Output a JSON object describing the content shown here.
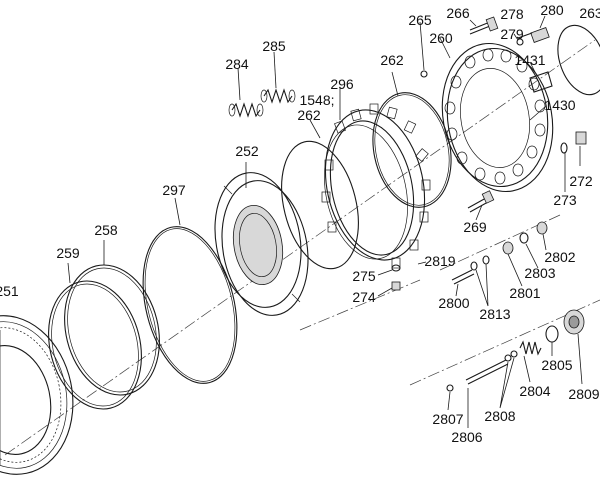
{
  "diagram": {
    "callouts": [
      {
        "id": "265",
        "text": "265"
      },
      {
        "id": "266",
        "text": "266"
      },
      {
        "id": "278",
        "text": "278"
      },
      {
        "id": "280",
        "text": "280"
      },
      {
        "id": "263",
        "text": "263"
      },
      {
        "id": "260",
        "text": "260"
      },
      {
        "id": "279",
        "text": "279"
      },
      {
        "id": "285",
        "text": "285"
      },
      {
        "id": "284",
        "text": "284"
      },
      {
        "id": "296",
        "text": "296"
      },
      {
        "id": "262a",
        "text": "262"
      },
      {
        "id": "1431",
        "text": "1431"
      },
      {
        "id": "1548",
        "text": "1548;"
      },
      {
        "id": "262b",
        "text": "262"
      },
      {
        "id": "1430",
        "text": "1430"
      },
      {
        "id": "252",
        "text": "252"
      },
      {
        "id": "272",
        "text": "272"
      },
      {
        "id": "297",
        "text": "297"
      },
      {
        "id": "273",
        "text": "273"
      },
      {
        "id": "269",
        "text": "269"
      },
      {
        "id": "258",
        "text": "258"
      },
      {
        "id": "259",
        "text": "259"
      },
      {
        "id": "2802",
        "text": "2802"
      },
      {
        "id": "2819",
        "text": "2819"
      },
      {
        "id": "275",
        "text": "275"
      },
      {
        "id": "2803",
        "text": "2803"
      },
      {
        "id": "251",
        "text": "251"
      },
      {
        "id": "274",
        "text": "274"
      },
      {
        "id": "2801",
        "text": "2801"
      },
      {
        "id": "2800",
        "text": "2800"
      },
      {
        "id": "2813",
        "text": "2813"
      },
      {
        "id": "2805",
        "text": "2805"
      },
      {
        "id": "2804",
        "text": "2804"
      },
      {
        "id": "2809",
        "text": "2809"
      },
      {
        "id": "2808",
        "text": "2808"
      },
      {
        "id": "2807",
        "text": "2807"
      },
      {
        "id": "2806",
        "text": "2806"
      }
    ]
  }
}
